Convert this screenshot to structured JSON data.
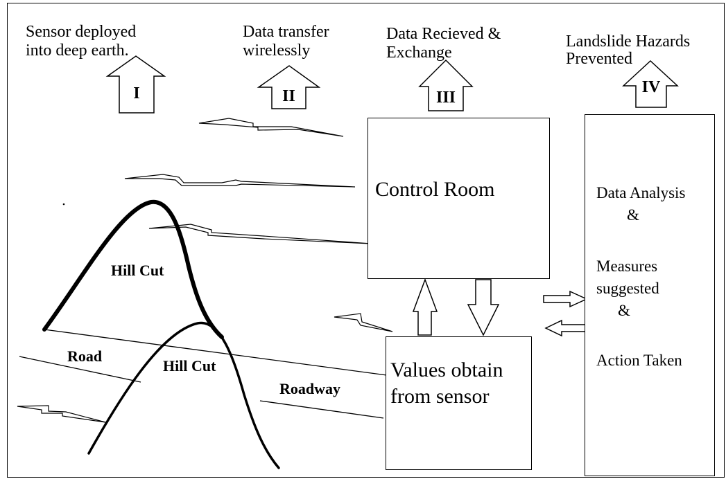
{
  "steps": [
    {
      "numeral": "I",
      "caption": [
        "Sensor deployed",
        "into deep earth."
      ]
    },
    {
      "numeral": "II",
      "caption": [
        "Data transfer",
        "wirelessly"
      ]
    },
    {
      "numeral": "III",
      "caption": [
        "Data Recieved &",
        "Exchange"
      ]
    },
    {
      "numeral": "IV",
      "caption": [
        "Landslide Hazards",
        "Prevented"
      ]
    }
  ],
  "control_room": {
    "label": "Control Room"
  },
  "values_box": {
    "line1": "Values obtain",
    "line2": "from sensor"
  },
  "analysis_box": {
    "line1": "Data Analysis",
    "amp1": "&",
    "line2": "Measures",
    "line3": "suggested",
    "amp2": "&",
    "line4": "Action Taken"
  },
  "terrain": {
    "hill_cut_upper": "Hill Cut",
    "hill_cut_lower": "Hill Cut",
    "road": "Road",
    "roadway": "Roadway"
  }
}
